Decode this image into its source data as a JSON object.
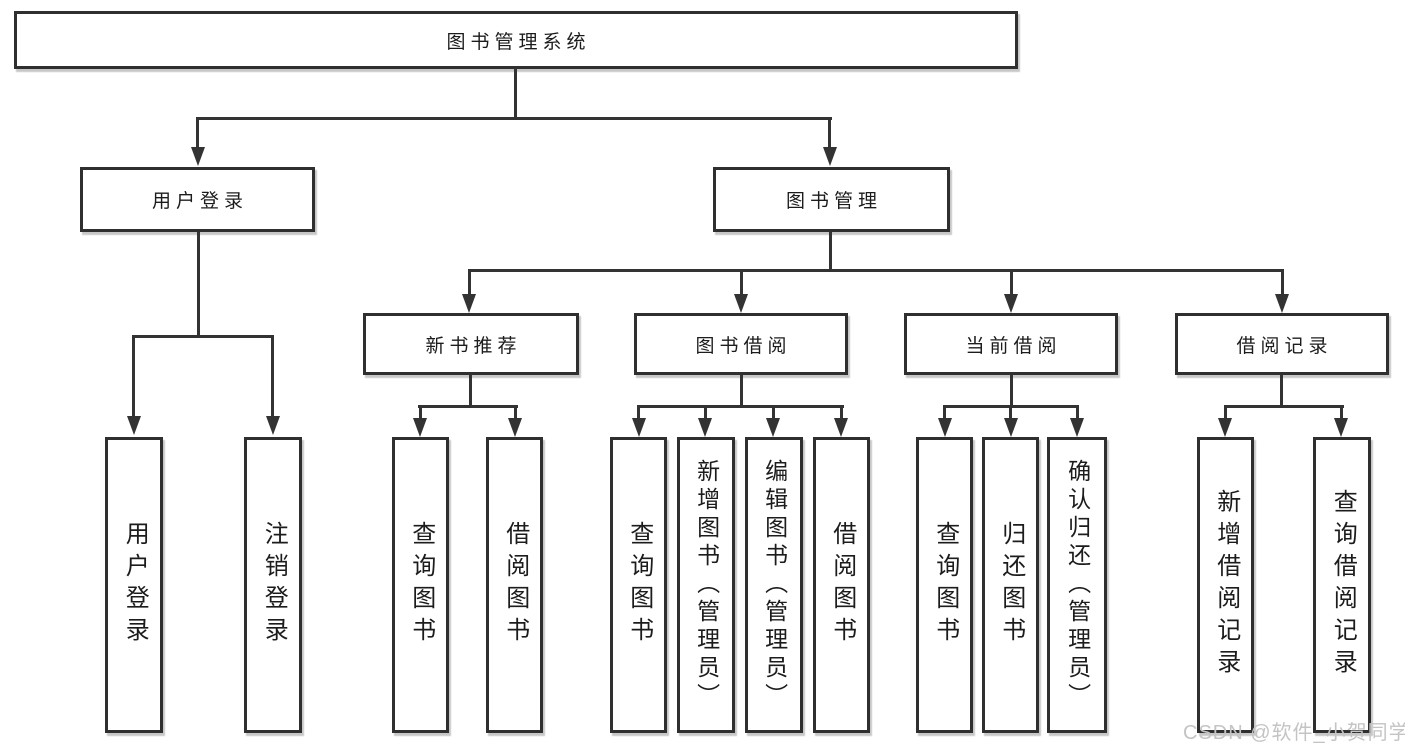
{
  "colors": {
    "background": "#ffffff",
    "box_border": "#2f2f2f",
    "connector": "#333333",
    "text": "#1c1c1c",
    "watermark": "#c4c4c4"
  },
  "tree": {
    "root": {
      "label": "图书管理系统"
    },
    "branches": [
      {
        "label": "用户登录",
        "children": [
          {
            "label": "用户登录"
          },
          {
            "label": "注销登录"
          }
        ]
      },
      {
        "label": "图书管理",
        "children": [
          {
            "label": "新书推荐",
            "children": [
              {
                "label": "查询图书"
              },
              {
                "label": "借阅图书"
              }
            ]
          },
          {
            "label": "图书借阅",
            "children": [
              {
                "label": "查询图书"
              },
              {
                "label": "新增图书（管理员）"
              },
              {
                "label": "编辑图书（管理员）"
              },
              {
                "label": "借阅图书"
              }
            ]
          },
          {
            "label": "当前借阅",
            "children": [
              {
                "label": "查询图书"
              },
              {
                "label": "归还图书"
              },
              {
                "label": "确认归还（管理员）"
              }
            ]
          },
          {
            "label": "借阅记录",
            "children": [
              {
                "label": "新增借阅记录"
              },
              {
                "label": "查询借阅记录"
              }
            ]
          }
        ]
      }
    ]
  },
  "watermark": {
    "text": "CSDN @软件_小贺同学"
  }
}
